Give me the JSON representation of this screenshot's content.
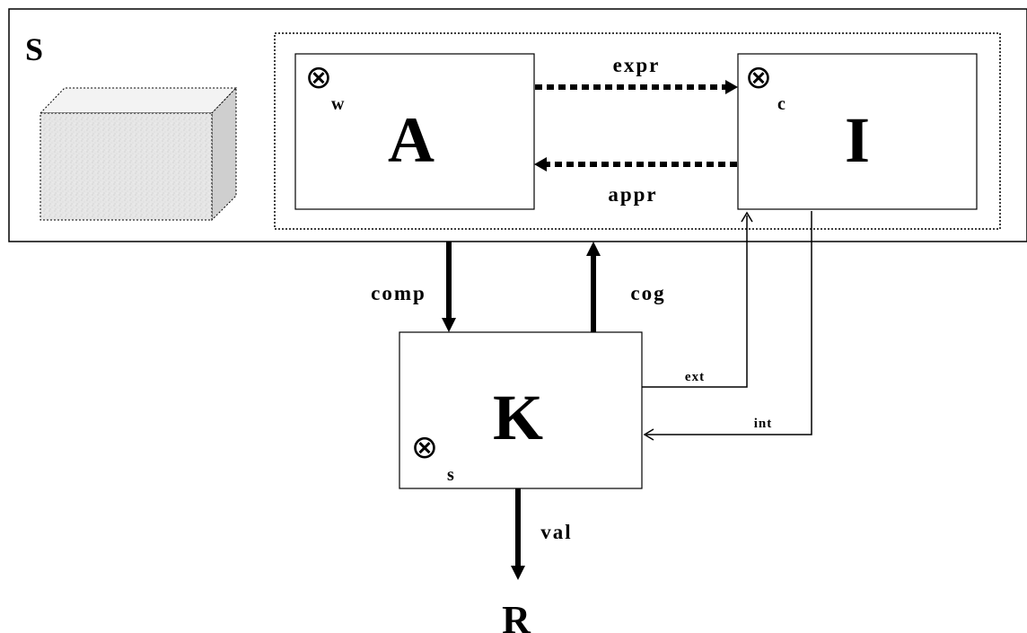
{
  "system": {
    "label": "S"
  },
  "nodes": {
    "a": {
      "label": "A",
      "operator_symbol": "⊗",
      "operator_subscript": "w"
    },
    "i": {
      "label": "I",
      "operator_symbol": "⊗",
      "operator_subscript": "c"
    },
    "k": {
      "label": "K",
      "operator_symbol": "⊗",
      "operator_subscript": "s"
    },
    "r": {
      "label": "R"
    }
  },
  "edges": {
    "expr": {
      "label": "expr"
    },
    "appr": {
      "label": "appr"
    },
    "comp": {
      "label": "comp"
    },
    "cog": {
      "label": "cog"
    },
    "val": {
      "label": "val"
    },
    "ext": {
      "label": "ext"
    },
    "int": {
      "label": "int"
    }
  },
  "colors": {
    "stroke": "#000000",
    "background": "#ffffff",
    "box_fill": "#e6e6e6",
    "box_side": "#cfcfcf",
    "box_top": "#f3f3f3"
  }
}
